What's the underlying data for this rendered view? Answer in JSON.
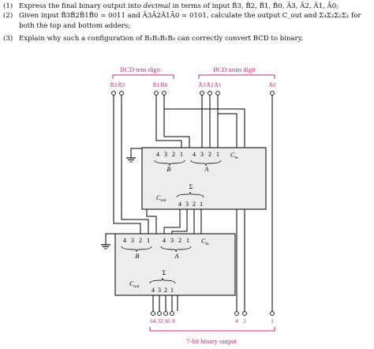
{
  "questions": [
    {
      "num": "(1)",
      "pre": "Express the final binary output into ",
      "em": "decimal",
      "post": " in terms of input B̃3, B̃2, B̃1, B̃0, Ã3, Ã2, Ã1, Ã0;"
    },
    {
      "num": "(2)",
      "line1": "Given input B̃3B̃2B̃1B̃0 = 0011 and Ã3Ã2Ã1Ã0 = 0101, calculate the output C_out and Σ₄Σ₃Σ₂Σ₁ for",
      "line2": "both the top and bottom adders;"
    },
    {
      "num": "(3)",
      "text": "Explain why such a configuration of B₃B₂B₁B₀ can correctly convert BCD to binary."
    }
  ],
  "circuit": {
    "bcd_tens_label": "BCD tens digit",
    "bcd_units_label": "BCD units digit",
    "input_labels": [
      "B̃3",
      "B̃2",
      "B̃1",
      "B̃0",
      "Ã3",
      "Ã2",
      "Ã1",
      "Ã0"
    ],
    "adder_top": {
      "b_bits": [
        "4",
        "3",
        "2",
        "1"
      ],
      "a_bits": [
        "4",
        "3",
        "2",
        "1"
      ],
      "b_label": "B",
      "a_label": "A",
      "cin": "C",
      "cin_sub": "in",
      "sigma": "Σ",
      "cout": "C",
      "cout_sub": "out",
      "sum_bits": [
        "4",
        "3",
        "2",
        "1"
      ]
    },
    "adder_bottom": {
      "b_bits": [
        "4",
        "3",
        "2",
        "1"
      ],
      "a_bits": [
        "4",
        "3",
        "2",
        "1"
      ],
      "b_label": "B",
      "a_label": "A",
      "cin": "C",
      "cin_sub": "in",
      "sigma": "Σ",
      "cout": "C",
      "cout_sub": "out",
      "sum_bits": [
        "4",
        "3",
        "2",
        "1"
      ]
    },
    "output_weights": [
      "64",
      "32",
      "16",
      "8",
      "4",
      "2",
      "1"
    ],
    "output_label": "7-bit binary output"
  }
}
